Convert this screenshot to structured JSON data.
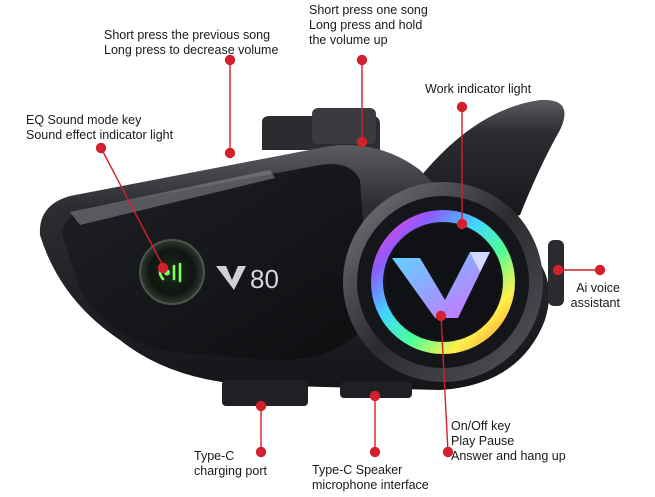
{
  "brand": {
    "model_text": "80",
    "logo_mark": "y-logo-icon"
  },
  "colors": {
    "callout_red": "#d3202a",
    "device_body": "#26272b",
    "ring_gradient": [
      "#ff3fd0",
      "#8a5bff",
      "#3fd7ff",
      "#4dff9a",
      "#fff04a",
      "#ff8a3a"
    ],
    "eq_key_glow": "#7cff5a"
  },
  "annotations": {
    "prev_song": [
      "Short press the previous song",
      "Long press to decrease volume"
    ],
    "next_song": [
      "Short press one song",
      "Long press and hold",
      "the volume up"
    ],
    "eq_key": [
      "EQ  Sound mode key",
      "Sound effect indicator light"
    ],
    "work_light": [
      "Work indicator light"
    ],
    "ai_voice": [
      "Ai voice",
      "assistant"
    ],
    "onoff_key": [
      "On/Off key",
      "Play Pause",
      "Answer and hang up"
    ],
    "charging": [
      "Type-C",
      "charging port"
    ],
    "speaker": [
      "Type-C   Speaker",
      "microphone  interface"
    ]
  }
}
